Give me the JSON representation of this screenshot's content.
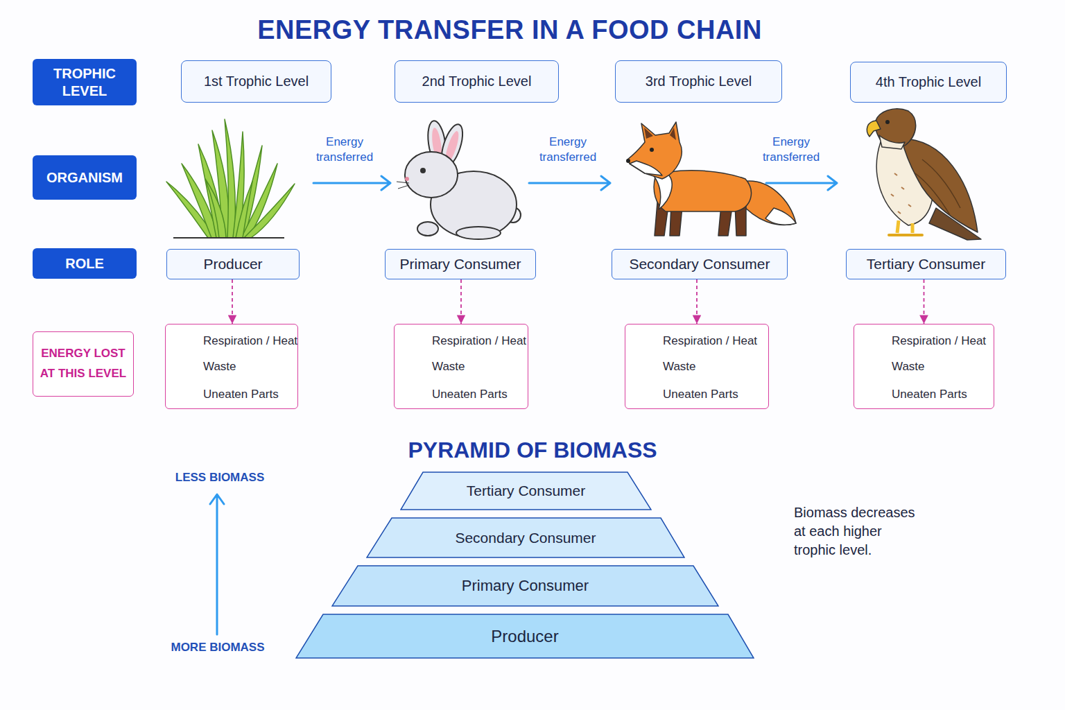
{
  "diagram": {
    "title": "ENERGY TRANSFER IN A FOOD CHAIN",
    "nodes": [
      {
        "text": [
          "TROPHIC LEVEL"
        ]
      },
      {
        "text": [
          "1st Trophic Level"
        ]
      },
      {
        "text": [
          "2nd Trophic Level"
        ]
      },
      {
        "text": [
          "3rd Trophic Level"
        ]
      },
      {
        "text": [
          "4th Trophic Level"
        ]
      },
      {
        "text": [
          "ORGANISM"
        ]
      },
      {
        "text": [
          "ROLE"
        ]
      },
      {
        "text": [
          "Producer"
        ]
      },
      {
        "text": [
          "Primary Consumer"
        ]
      },
      {
        "text": [
          "Secondary Consumer"
        ]
      },
      {
        "text": [
          "Tertiary Consumer"
        ]
      },
      {
        "text": [
          "ENERGY LOST AT THIS LEVEL"
        ]
      },
      {
        "text": [
          "Respiration / Heat",
          "Waste",
          "Uneaten Parts"
        ]
      },
      {
        "text": [
          "Respiration / Heat",
          "Waste",
          "Uneaten Parts"
        ]
      },
      {
        "text": [
          "Respiration / Heat",
          "Waste",
          "Uneaten Parts"
        ]
      },
      {
        "text": [
          "Respiration / Heat",
          "Waste",
          "Uneaten Parts"
        ]
      },
      {
        "text": [
          "Tertiary Consumer"
        ]
      },
      {
        "text": [
          "Secondary Consumer"
        ]
      },
      {
        "text": [
          "Primary Consumer"
        ]
      },
      {
        "text": [
          "Producer"
        ]
      }
    ],
    "edges": [
      {
        "from": 7,
        "to": 12,
        "arrow": "to"
      },
      {
        "from": 8,
        "to": 13,
        "arrow": "to"
      },
      {
        "from": 9,
        "to": 14,
        "arrow": "to"
      },
      {
        "from": 10,
        "to": 15,
        "arrow": "to"
      }
    ],
    "labels": [
      "Energy transferred",
      "Energy transferred",
      "Energy transferred",
      "PYRAMID OF BIOMASS",
      "LESS BIOMASS",
      "Biomass decreases at each higher trophic level.",
      "MORE BIOMASS"
    ]
  }
}
